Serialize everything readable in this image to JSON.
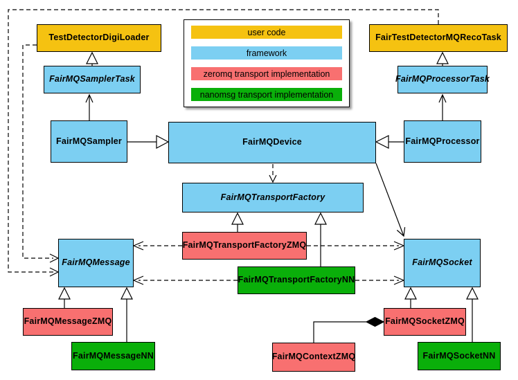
{
  "colors": {
    "user_code": "#F5C211",
    "framework": "#7CCFF2",
    "zeromq": "#F87070",
    "nanomsg": "#0AAF0A",
    "line": "#000000",
    "background": "#FFFFFF"
  },
  "legend": {
    "items": [
      {
        "label": "user code",
        "color_key": "user_code"
      },
      {
        "label": "framework",
        "color_key": "framework"
      },
      {
        "label": "zeromq transport implementation",
        "color_key": "zeromq"
      },
      {
        "label": "nanomsg transport implementation",
        "color_key": "nanomsg"
      }
    ]
  },
  "nodes": [
    {
      "id": "TestDetectorDigiLoader",
      "label": "TestDetectorDigiLoader",
      "category": "user_code",
      "abstract": false
    },
    {
      "id": "FairTestDetectorMQRecoTask",
      "label": "FairTestDetectorMQRecoTask",
      "category": "user_code",
      "abstract": false
    },
    {
      "id": "FairMQSamplerTask",
      "label": "FairMQSamplerTask",
      "category": "framework",
      "abstract": true
    },
    {
      "id": "FairMQProcessorTask",
      "label": "FairMQProcessorTask",
      "category": "framework",
      "abstract": true
    },
    {
      "id": "FairMQSampler",
      "label": "FairMQSampler",
      "category": "framework",
      "abstract": false
    },
    {
      "id": "FairMQDevice",
      "label": "FairMQDevice",
      "category": "framework",
      "abstract": false
    },
    {
      "id": "FairMQProcessor",
      "label": "FairMQProcessor",
      "category": "framework",
      "abstract": false
    },
    {
      "id": "FairMQTransportFactory",
      "label": "FairMQTransportFactory",
      "category": "framework",
      "abstract": true
    },
    {
      "id": "FairMQTransportFactoryZMQ",
      "label": "FairMQTransportFactoryZMQ",
      "category": "zeromq",
      "abstract": false
    },
    {
      "id": "FairMQTransportFactoryNN",
      "label": "FairMQTransportFactoryNN",
      "category": "nanomsg",
      "abstract": false
    },
    {
      "id": "FairMQMessage",
      "label": "FairMQMessage",
      "category": "framework",
      "abstract": true
    },
    {
      "id": "FairMQSocket",
      "label": "FairMQSocket",
      "category": "framework",
      "abstract": true
    },
    {
      "id": "FairMQMessageZMQ",
      "label": "FairMQMessageZMQ",
      "category": "zeromq",
      "abstract": false
    },
    {
      "id": "FairMQMessageNN",
      "label": "FairMQMessageNN",
      "category": "nanomsg",
      "abstract": false
    },
    {
      "id": "FairMQSocketZMQ",
      "label": "FairMQSocketZMQ",
      "category": "zeromq",
      "abstract": false
    },
    {
      "id": "FairMQSocketNN",
      "label": "FairMQSocketNN",
      "category": "nanomsg",
      "abstract": false
    },
    {
      "id": "FairMQContextZMQ",
      "label": "FairMQContextZMQ",
      "category": "zeromq",
      "abstract": false
    }
  ],
  "edges": [
    {
      "from": "FairMQSamplerTask",
      "to": "TestDetectorDigiLoader",
      "style": "solid",
      "head": "hollow-triangle"
    },
    {
      "from": "FairMQProcessorTask",
      "to": "FairTestDetectorMQRecoTask",
      "style": "solid",
      "head": "hollow-triangle"
    },
    {
      "from": "FairMQSampler",
      "to": "FairMQSamplerTask",
      "style": "solid",
      "head": "open-arrow"
    },
    {
      "from": "FairMQProcessor",
      "to": "FairMQProcessorTask",
      "style": "solid",
      "head": "open-arrow"
    },
    {
      "from": "FairMQSampler",
      "to": "FairMQDevice",
      "style": "solid",
      "head": "hollow-triangle"
    },
    {
      "from": "FairMQProcessor",
      "to": "FairMQDevice",
      "style": "solid",
      "head": "hollow-triangle"
    },
    {
      "from": "FairMQDevice",
      "to": "FairMQTransportFactory",
      "style": "dashed",
      "head": "open-arrow"
    },
    {
      "from": "FairMQDevice",
      "to": "FairMQSocket",
      "style": "solid",
      "head": "open-arrow"
    },
    {
      "from": "FairMQTransportFactoryZMQ",
      "to": "FairMQTransportFactory",
      "style": "solid",
      "head": "hollow-triangle"
    },
    {
      "from": "FairMQTransportFactoryNN",
      "to": "FairMQTransportFactory",
      "style": "solid",
      "head": "hollow-triangle"
    },
    {
      "from": "FairMQTransportFactoryZMQ",
      "to": "FairMQMessage",
      "style": "dashed",
      "head": "open-arrow"
    },
    {
      "from": "FairMQTransportFactoryZMQ",
      "to": "FairMQSocket",
      "style": "dashed",
      "head": "open-arrow"
    },
    {
      "from": "FairMQTransportFactoryNN",
      "to": "FairMQMessage",
      "style": "dashed",
      "head": "open-arrow"
    },
    {
      "from": "FairMQTransportFactoryNN",
      "to": "FairMQSocket",
      "style": "dashed",
      "head": "open-arrow"
    },
    {
      "from": "TestDetectorDigiLoader",
      "to": "FairMQMessage",
      "style": "dashed",
      "head": "open-arrow"
    },
    {
      "from": "FairTestDetectorMQRecoTask",
      "to": "FairMQMessage",
      "style": "dashed",
      "head": "open-arrow"
    },
    {
      "from": "FairMQMessageZMQ",
      "to": "FairMQMessage",
      "style": "solid",
      "head": "hollow-triangle"
    },
    {
      "from": "FairMQMessageNN",
      "to": "FairMQMessage",
      "style": "solid",
      "head": "hollow-triangle"
    },
    {
      "from": "FairMQSocketZMQ",
      "to": "FairMQSocket",
      "style": "solid",
      "head": "hollow-triangle"
    },
    {
      "from": "FairMQSocketNN",
      "to": "FairMQSocket",
      "style": "solid",
      "head": "hollow-triangle"
    },
    {
      "from": "FairMQContextZMQ",
      "to": "FairMQSocketZMQ",
      "style": "solid",
      "head": "filled-diamond"
    }
  ]
}
